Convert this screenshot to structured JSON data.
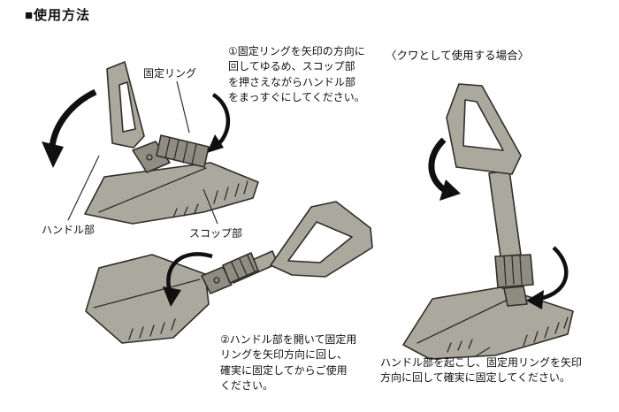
{
  "page": {
    "title": "■使用方法"
  },
  "labels": {
    "fixing_ring": "固定リング",
    "handle": "ハンドル部",
    "scoop": "スコップ部"
  },
  "instructions": {
    "step1": "①固定リングを矢印の方向に\n回してゆるめ、スコップ部\nを押さえながらハンドル部\nをまっすぐにしてください。",
    "hoe_heading": "〈クワとして使用する場合〉",
    "step2": "②ハンドル部を開いて固定用\nリングを矢印方向に回し、\n確実に固定してからご使用\nください。",
    "hoe_note": "ハンドル部を起こし、固定用リングを矢印\n方向に回して確実に固定してください。"
  },
  "illustrations": {
    "step1_name": "shovel-handle-folded-up-illustration",
    "step2_name": "shovel-fully-folded-illustration",
    "hoe_name": "shovel-set-as-hoe-illustration"
  },
  "colors": {
    "body": "#aba89d",
    "body_dark": "#8f8c82",
    "outline": "#2f2e2b",
    "arrow": "#101010",
    "background": "#ffffff"
  }
}
